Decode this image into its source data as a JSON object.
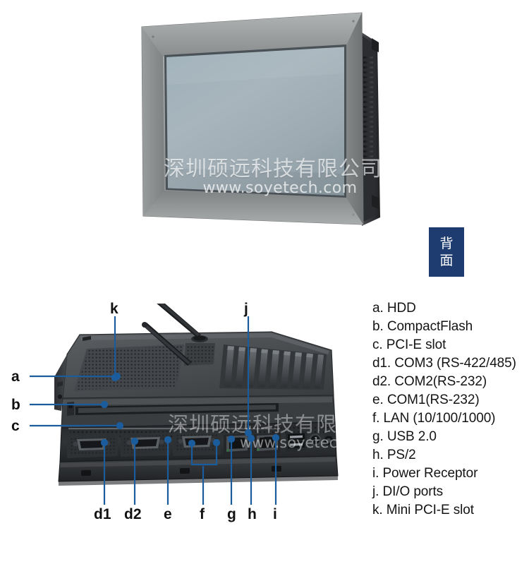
{
  "product": {
    "front_view_alt": "industrial panel pc front three-quarter view",
    "rear_view_alt": "industrial panel pc rear view with io ports"
  },
  "badge": {
    "line1": "背",
    "line2": "面",
    "color": "#1f3c70",
    "text_color": "#ffffff"
  },
  "watermark": {
    "company_cn": "深圳硕远科技有限公司",
    "url": "www.soyetech.com"
  },
  "callouts": [
    {
      "id": "a",
      "label": "a"
    },
    {
      "id": "b",
      "label": "b"
    },
    {
      "id": "c",
      "label": "c"
    },
    {
      "id": "k",
      "label": "k"
    },
    {
      "id": "j",
      "label": "j"
    },
    {
      "id": "d1",
      "label": "d1"
    },
    {
      "id": "d2",
      "label": "d2"
    },
    {
      "id": "e",
      "label": "e"
    },
    {
      "id": "f",
      "label": "f"
    },
    {
      "id": "g",
      "label": "g"
    },
    {
      "id": "h",
      "label": "h"
    },
    {
      "id": "i",
      "label": "i"
    }
  ],
  "legend": {
    "items": [
      "a. HDD",
      "b. CompactFlash",
      "c. PCI-E slot",
      "d1. COM3 (RS-422/485)",
      "d2. COM2(RS-232)",
      "e. COM1(RS-232)",
      "f. LAN (10/100/1000)",
      "g. USB 2.0",
      "h. PS/2",
      "i. Power Receptor",
      "j. DI/O ports",
      "k. Mini PCI-E slot"
    ]
  },
  "colors": {
    "leader_blue": "#1b5c9c",
    "bezel_gray": "#8b8e8f",
    "screen_blue": "#a7b4bc",
    "body_dark": "#3a3c3e",
    "page_bg": "#ffffff"
  }
}
